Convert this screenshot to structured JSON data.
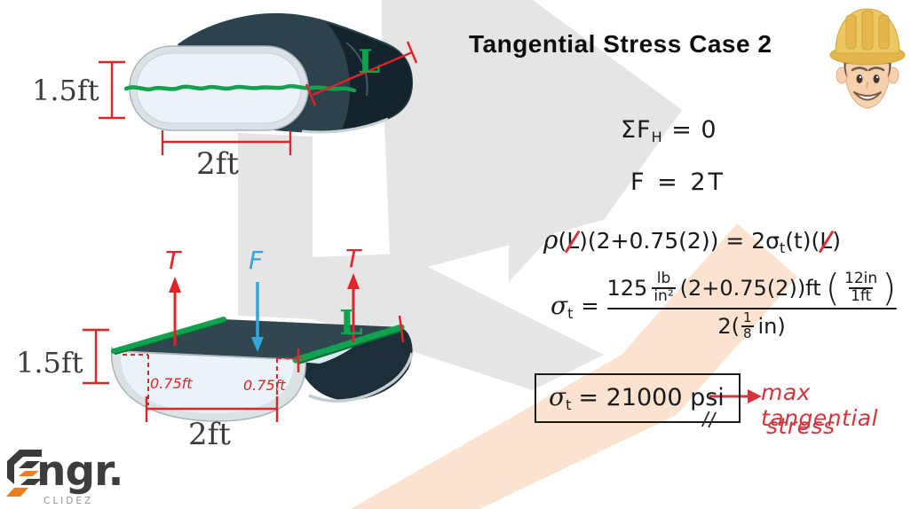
{
  "title": "Tangential Stress Case 2",
  "colors": {
    "dimension_red": "#e02427",
    "annotation_red": "#d6343c",
    "cut_green": "#12a14e",
    "force_blue": "#35a5da",
    "tank_dark": "#2c434d",
    "tank_interior": "#e9f3f8",
    "watermark_gray": "#e5e5e5",
    "watermark_orange": "#fbe3d0"
  },
  "top_diagram": {
    "height": "1.5ft",
    "width": "2ft",
    "length": "L"
  },
  "bottom_diagram": {
    "height": "1.5ft",
    "width": "2ft",
    "length": "L",
    "tension_left": "T",
    "tension_right": "T",
    "force": "F",
    "offset_left": "0.75ft",
    "offset_right": "0.75ft"
  },
  "equations": {
    "sum": {
      "pre": "ΣF",
      "sub": "H",
      "post": " = 0"
    },
    "force": "F = 2T",
    "equilibrium": {
      "p": "ρ",
      "l1": "(L)",
      "mid1": "(2+0.75(2)) = 2σ",
      "sub_t": "t",
      "mid2": "(t)",
      "l2": "(L)"
    },
    "stress": {
      "sigma": "σ",
      "sub": "t",
      "equals": "=",
      "coef": "125",
      "unit_top": "lb",
      "unit_bot": "in²",
      "middle": "(2+0.75(2))ft",
      "conv_top": "12in",
      "conv_bot": "1ft",
      "den_pre": "2(",
      "den_top": "1",
      "den_bot": "8",
      "den_post": "in)"
    }
  },
  "answer": {
    "sigma": "σ",
    "sub": "t",
    "value": "= 21000 psi",
    "tick": "∕∕"
  },
  "annotation": {
    "line1": "max tangential",
    "line2": "stress"
  },
  "logo": {
    "brand": "ngr.",
    "sub": "CLIDEZ"
  }
}
